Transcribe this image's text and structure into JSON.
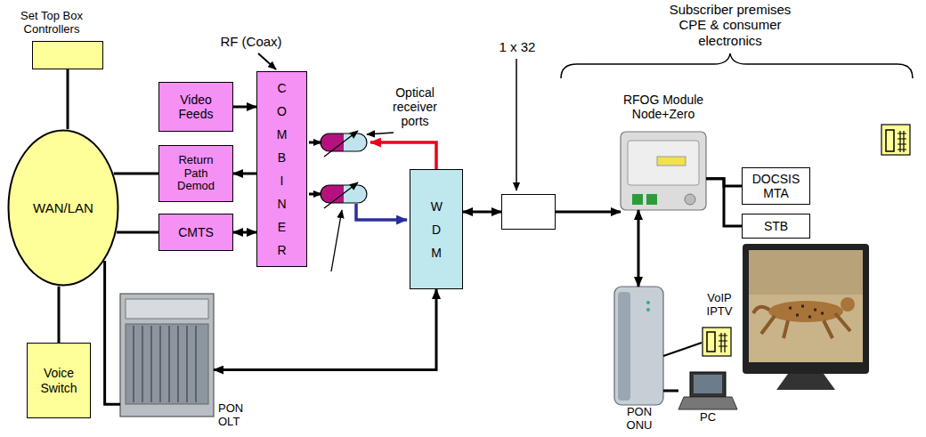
{
  "diagram": {
    "nodes": [
      {
        "text": [
          "Set Top Box Controllers"
        ]
      },
      {
        "text": [
          "Video Feeds"
        ]
      },
      {
        "text": [
          "Return Path Demod"
        ]
      },
      {
        "text": [
          "WAN/LAN"
        ]
      },
      {
        "text": [
          "CMTS"
        ]
      },
      {
        "text": [
          "COMBINER"
        ]
      },
      {
        "text": [
          "Voice Switch"
        ]
      },
      {
        "text": [
          "WDM"
        ]
      },
      {
        "text": [
          "1 x 32"
        ]
      },
      {
        "text": [
          "RFOG Module Node+Zero"
        ]
      },
      {
        "text": [
          "DOCSIS MTA"
        ]
      },
      {
        "text": [
          "STB"
        ]
      },
      {
        "text": [
          "PON OLT"
        ]
      },
      {
        "text": [
          "PON ONU"
        ]
      },
      {
        "text": [
          "PC"
        ]
      }
    ],
    "edges": [
      {
        "from": 0,
        "to": 3,
        "arrow": "none"
      },
      {
        "from": 3,
        "to": 2,
        "arrow": "none"
      },
      {
        "from": 3,
        "to": 4,
        "arrow": "none"
      },
      {
        "from": 6,
        "to": 3,
        "arrow": "none"
      },
      {
        "from": 3,
        "to": 12,
        "arrow": "none"
      },
      {
        "from": 1,
        "to": 5,
        "arrow": "to"
      },
      {
        "from": 5,
        "to": 2,
        "arrow": "to"
      },
      {
        "from": 4,
        "to": 5,
        "arrow": "both"
      },
      {
        "from": 12,
        "to": 7,
        "arrow": "both"
      },
      {
        "from": 7,
        "to": 8,
        "arrow": "both"
      },
      {
        "from": 8,
        "to": 9,
        "arrow": "to"
      },
      {
        "from": 9,
        "to": 10,
        "arrow": "none"
      },
      {
        "from": 9,
        "to": 11,
        "arrow": "none"
      },
      {
        "from": 9,
        "to": 13,
        "arrow": "both"
      },
      {
        "from": 13,
        "to": 14,
        "arrow": "none"
      }
    ],
    "labels": [
      "RF (Coax)",
      "Optical receiver ports",
      "Subscriber premises CPE & consumer electronics",
      "VoIP IPTV"
    ]
  }
}
